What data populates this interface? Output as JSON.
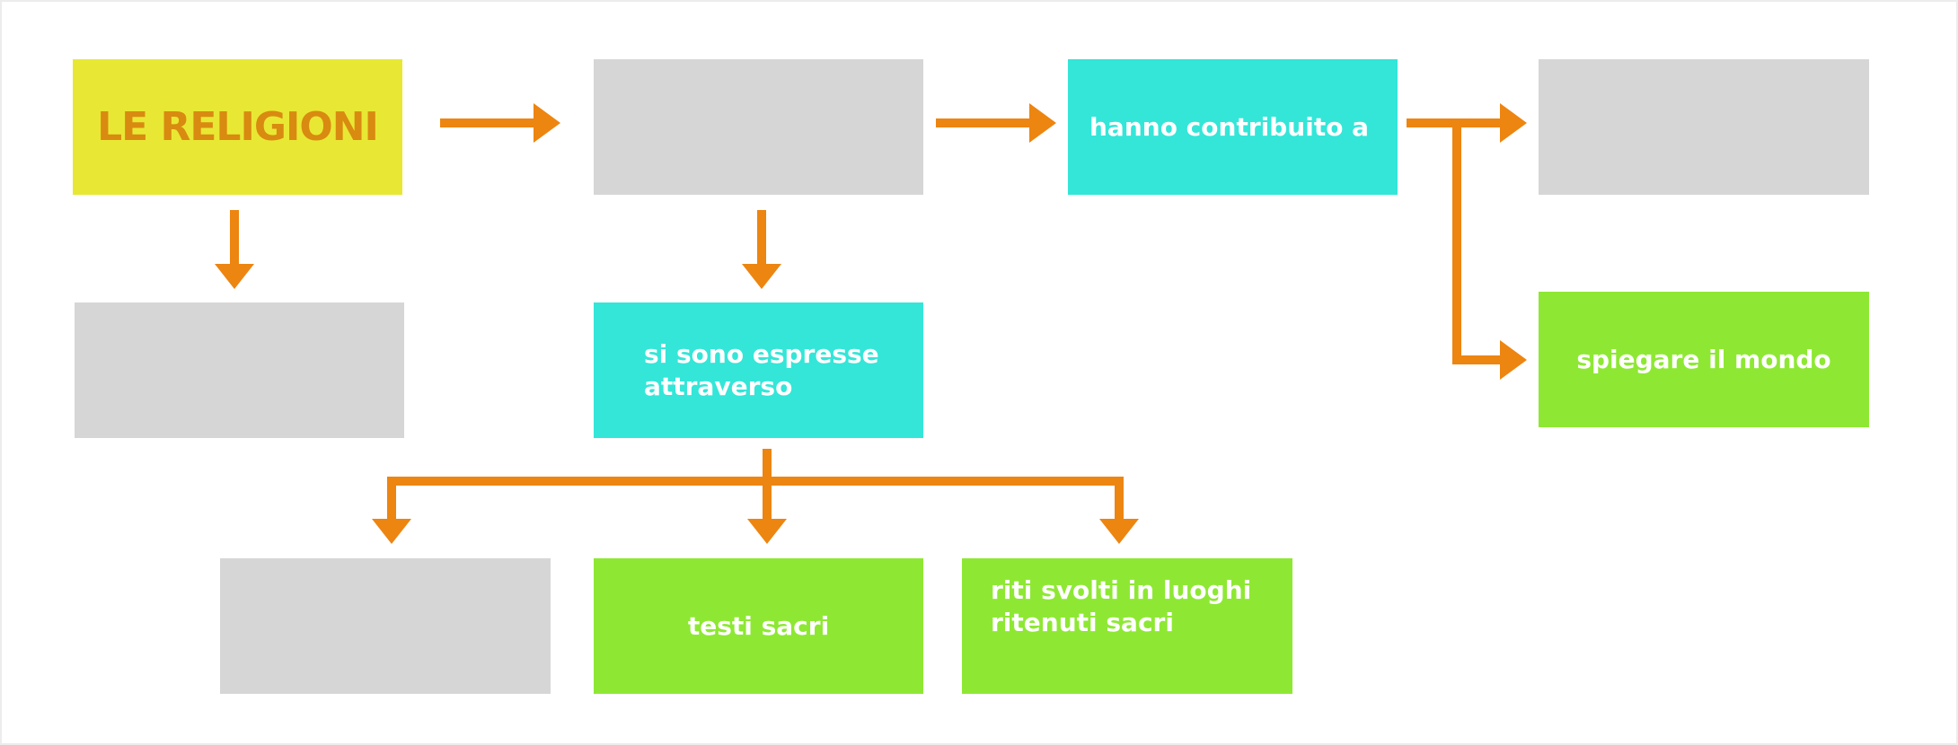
{
  "diagram": {
    "accent_arrow_color": "#ed8511",
    "nodes": {
      "le_religioni": {
        "label": "LE RELIGIONI",
        "color": "#e8e834",
        "text_color": "#d98a10"
      },
      "blank_top_middle": {
        "label": "",
        "color": "#d6d6d6"
      },
      "hanno_contribuito": {
        "label": "hanno contribuito a",
        "color": "#33e6d8"
      },
      "blank_top_right": {
        "label": "",
        "color": "#d6d6d6"
      },
      "blank_left": {
        "label": "",
        "color": "#d6d6d6"
      },
      "si_sono_espresse": {
        "label": "si sono espresse\nattraverso",
        "color": "#33e6d8"
      },
      "spiegare_il_mondo": {
        "label": "spiegare il mondo",
        "color": "#8ee833"
      },
      "blank_bottom_left": {
        "label": "",
        "color": "#d6d6d6"
      },
      "testi_sacri": {
        "label": "testi  sacri",
        "color": "#8ee833"
      },
      "riti_svolti": {
        "label": "riti svolti in luoghi\nritenuti sacri",
        "color": "#8ee833"
      }
    }
  }
}
